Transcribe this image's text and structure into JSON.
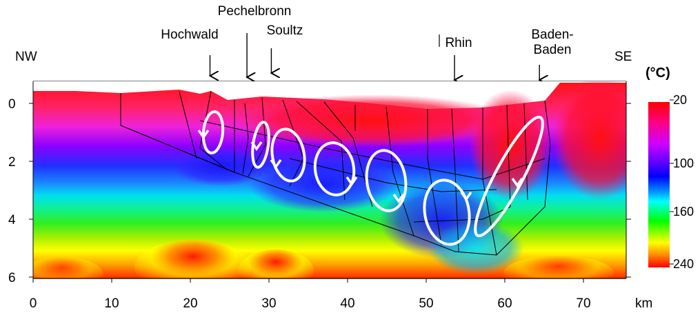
{
  "title": "",
  "orientation": {
    "left": "NW",
    "right": "SE"
  },
  "places": [
    {
      "name": "Hochwald",
      "km": 22.5
    },
    {
      "name": "Pechelbronn",
      "km": 27.2
    },
    {
      "name": "Soultz",
      "km": 30.3
    },
    {
      "name": "Rhin",
      "km": 53.6
    },
    {
      "name": "Baden-\nBaden",
      "km": 64.4
    }
  ],
  "x_axis": {
    "unit": "km",
    "ticks": [
      "0",
      "10",
      "20",
      "30",
      "40",
      "50",
      "60",
      "70"
    ]
  },
  "y_axis": {
    "ticks": [
      "0",
      "2",
      "4",
      "6"
    ]
  },
  "colorbar": {
    "unit": "(°C)",
    "labels": [
      "20",
      "100",
      "160",
      "240"
    ],
    "colors": [
      "#ff1010",
      "#ff22aa",
      "#9900ff",
      "#2233ff",
      "#00ddee",
      "#22ee22",
      "#ffff00",
      "#ff8800",
      "#ff2000"
    ]
  },
  "convection_cells_count": 7
}
